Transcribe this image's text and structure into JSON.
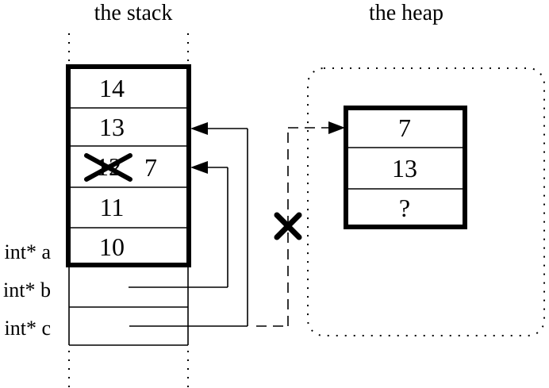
{
  "titles": {
    "stack": "the stack",
    "heap": "the heap"
  },
  "stack": {
    "cells": [
      {
        "value": "14"
      },
      {
        "value": "13"
      },
      {
        "value": "12",
        "crossed_out": true,
        "replacement": "7"
      },
      {
        "value": "11"
      },
      {
        "value": "10"
      }
    ]
  },
  "variables": [
    {
      "name": "a",
      "label": "int* a"
    },
    {
      "name": "b",
      "label": "int* b"
    },
    {
      "name": "c",
      "label": "int* c"
    }
  ],
  "heap": {
    "cells": [
      {
        "value": "7"
      },
      {
        "value": "13"
      },
      {
        "value": "?"
      }
    ]
  },
  "colors": {
    "ink": "#000000",
    "paper": "#ffffff"
  }
}
